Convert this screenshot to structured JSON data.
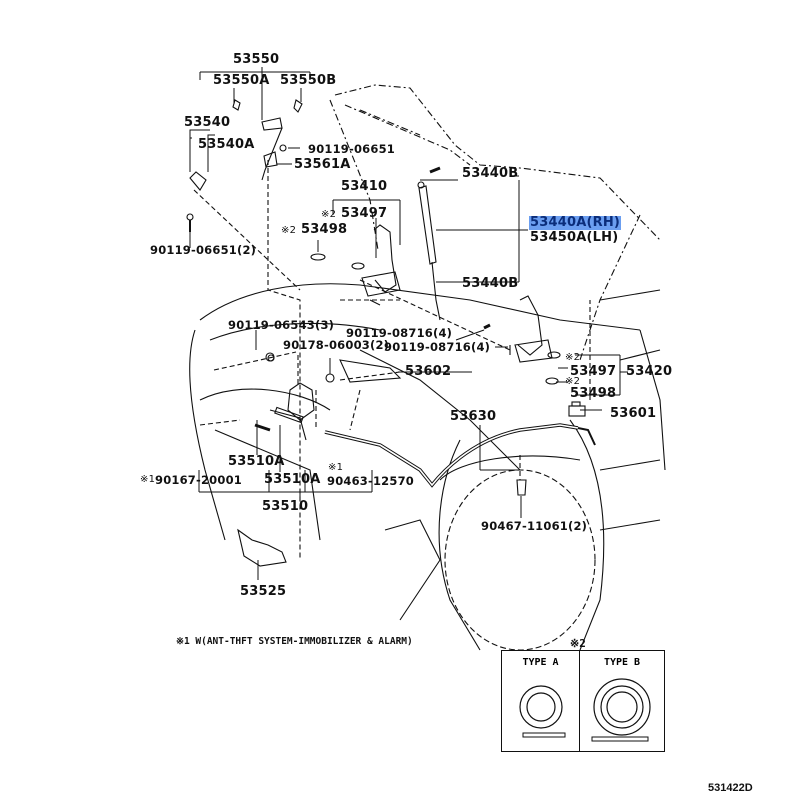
{
  "diagram": {
    "title_ref": "531422D",
    "highlight_color": "#6b9ef0",
    "labels": {
      "p53550": "53550",
      "p53550A": "53550A",
      "p53550B": "53550B",
      "p53540": "53540",
      "p53540A": "53540A",
      "p90119_06651": "90119-06651",
      "p53561A": "53561A",
      "p90119_06651_2": "90119-06651(2)",
      "p53410": "53410",
      "p53497_mark": "※2",
      "p53497": "53497",
      "p53498_mark": "※2",
      "p53498": "53498",
      "p53440B_top": "53440B",
      "p53440A_RH": "53440A(RH)",
      "p53450A_LH": "53450A(LH)",
      "p53440B_bot": "53440B",
      "p90119_06543": "90119-06543(3)",
      "p90119_08716_a": "90119-08716(4)",
      "p90178_06003": "90178-06003(2)",
      "p90119_08716_b": "90119-08716(4)",
      "p53602": "53602",
      "p53497_r_mark": "※2",
      "p53497_r": "53497",
      "p53420": "53420",
      "p53498_r_mark": "※2",
      "p53498_r": "53498",
      "p53630": "53630",
      "p53601": "53601",
      "p53510A_1": "53510A",
      "p90167_mark": "※1",
      "p90167": "90167-20001",
      "p53510A_2": "53510A",
      "p90463_mark": "※1",
      "p90463": "90463-12570",
      "p53510": "53510",
      "p90467": "90467-11061(2)",
      "p53525": "53525"
    },
    "footnote_1": "※1 W(ANT-THFT SYSTEM-IMMOBILIZER & ALARM)",
    "legend": {
      "mark": "※2",
      "type_a": "TYPE  A",
      "type_b": "TYPE  B"
    }
  }
}
